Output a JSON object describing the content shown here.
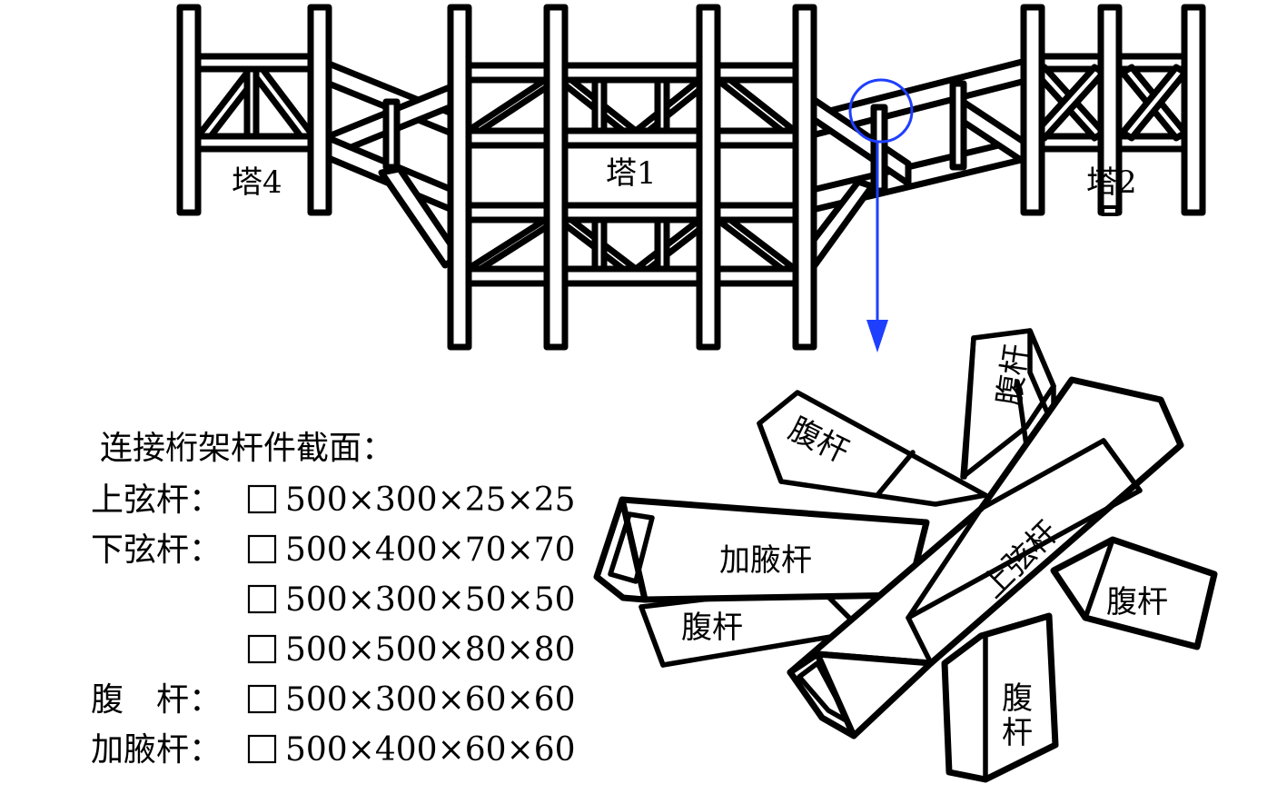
{
  "towers": {
    "tower4": "塔4",
    "tower1": "塔1",
    "tower2": "塔2"
  },
  "detail_labels": {
    "web_top": "腹杆",
    "web_left": "腹杆",
    "haunch": "加腋杆",
    "upper_chord": "上弦杆",
    "web_right": "腹杆",
    "web_lower_left": "腹杆",
    "web_bottom": "腹杆"
  },
  "legend": {
    "title": "连接桁架杆件截面：",
    "rows": [
      {
        "label": "上弦杆：",
        "value": "500×300×25×25"
      },
      {
        "label": "下弦杆：",
        "value": "500×400×70×70"
      },
      {
        "label": "",
        "value": "500×300×50×50"
      },
      {
        "label": "",
        "value": "500×500×80×80"
      },
      {
        "label": "腹　杆：",
        "value": "500×300×60×60"
      },
      {
        "label": "加腋杆：",
        "value": "500×400×60×60"
      }
    ]
  },
  "colors": {
    "highlight": "#1f3fff",
    "stroke": "#000000"
  }
}
